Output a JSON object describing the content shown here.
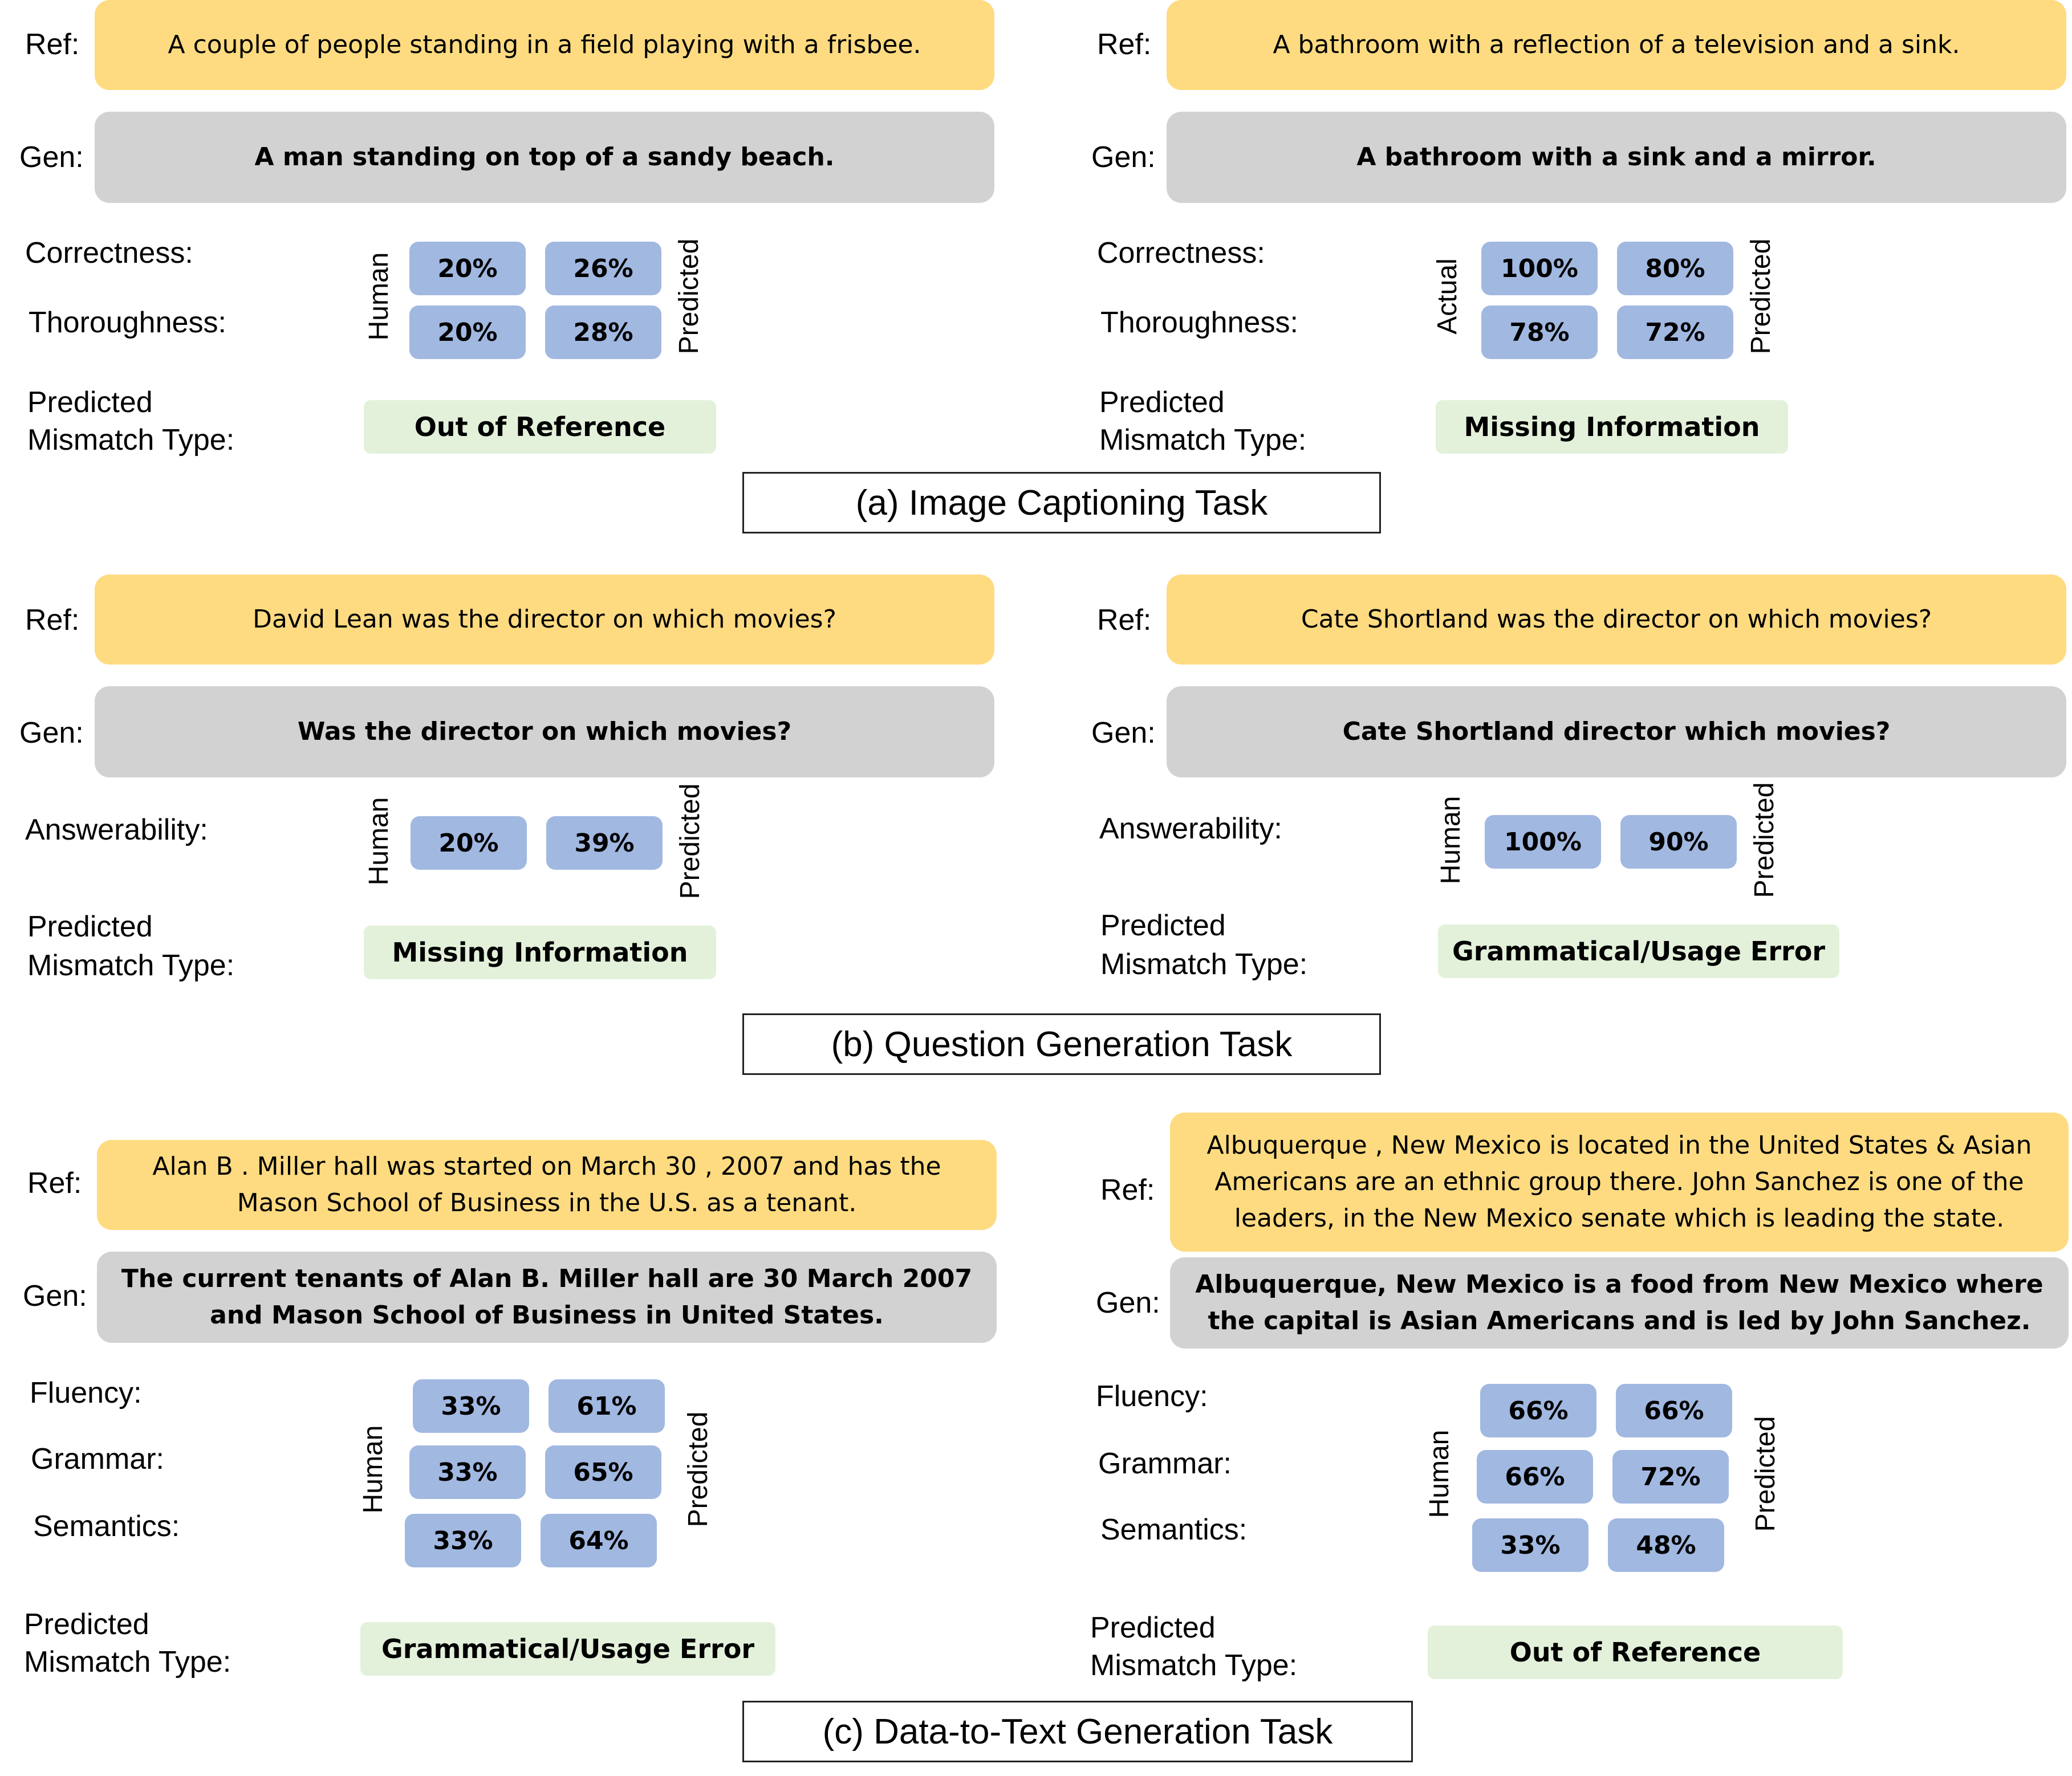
{
  "labels": {
    "ref": "Ref:",
    "gen": "Gen:",
    "predicted_mismatch_line1": "Predicted",
    "predicted_mismatch_line2": "Mismatch Type:"
  },
  "tasks": [
    {
      "title": "(a) Image Captioning Task",
      "examples": [
        {
          "ref": "A couple of people standing in a field playing with a frisbee.",
          "gen": "A man standing on top of a sandy beach.",
          "left_axis_label": "Human",
          "right_axis_label": "Predicted",
          "metrics": [
            {
              "name": "Correctness:",
              "left": "20%",
              "right": "26%"
            },
            {
              "name": "Thoroughness:",
              "left": "20%",
              "right": "28%"
            }
          ],
          "mismatch_type": "Out of Reference"
        },
        {
          "ref": "A bathroom with a reflection of a television and a sink.",
          "gen": "A bathroom with a sink and a mirror.",
          "left_axis_label": "Actual",
          "right_axis_label": "Predicted",
          "metrics": [
            {
              "name": "Correctness:",
              "left": "100%",
              "right": "80%"
            },
            {
              "name": "Thoroughness:",
              "left": "78%",
              "right": "72%"
            }
          ],
          "mismatch_type": "Missing Information"
        }
      ]
    },
    {
      "title": "(b) Question Generation Task",
      "examples": [
        {
          "ref": "David Lean was the director on which movies?",
          "gen": "Was the director on which movies?",
          "left_axis_label": "Human",
          "right_axis_label": "Predicted",
          "metrics": [
            {
              "name": "Answerability:",
              "left": "20%",
              "right": "39%"
            }
          ],
          "mismatch_type": "Missing Information"
        },
        {
          "ref": "Cate Shortland was the director on which movies?",
          "gen": "Cate Shortland director which movies?",
          "left_axis_label": "Human",
          "right_axis_label": "Predicted",
          "metrics": [
            {
              "name": "Answerability:",
              "left": "100%",
              "right": "90%"
            }
          ],
          "mismatch_type": "Grammatical/Usage Error"
        }
      ]
    },
    {
      "title": "(c) Data-to-Text Generation Task",
      "examples": [
        {
          "ref": "Alan B . Miller hall was started on March 30 , 2007 and has the Mason School of Business in the U.S. as a tenant.",
          "gen": "The current tenants of Alan B. Miller hall are 30 March 2007 and Mason School of Business in United States.",
          "left_axis_label": "Human",
          "right_axis_label": "Predicted",
          "metrics": [
            {
              "name": "Fluency:",
              "left": "33%",
              "right": "61%"
            },
            {
              "name": "Grammar:",
              "left": "33%",
              "right": "65%"
            },
            {
              "name": "Semantics:",
              "left": "33%",
              "right": "64%"
            }
          ],
          "mismatch_type": "Grammatical/Usage Error"
        },
        {
          "ref": "Albuquerque , New Mexico is located in the United States & Asian Americans are an ethnic group there. John Sanchez is one of the leaders, in the New Mexico senate which is leading the state.",
          "gen": "Albuquerque, New Mexico is a food from New Mexico where the capital is Asian Americans and is led by John Sanchez.",
          "left_axis_label": "Human",
          "right_axis_label": "Predicted",
          "metrics": [
            {
              "name": "Fluency:",
              "left": "66%",
              "right": "66%"
            },
            {
              "name": "Grammar:",
              "left": "66%",
              "right": "72%"
            },
            {
              "name": "Semantics:",
              "left": "33%",
              "right": "48%"
            }
          ],
          "mismatch_type": "Out of Reference"
        }
      ]
    }
  ]
}
